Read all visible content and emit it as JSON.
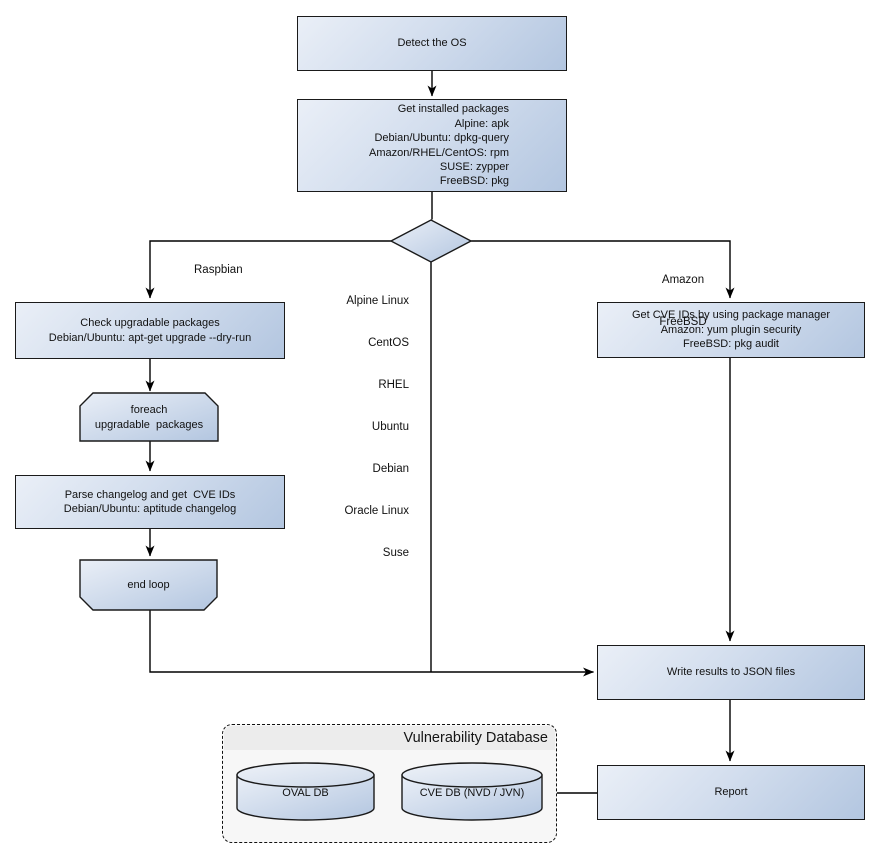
{
  "nodes": {
    "detect_os": {
      "label": "Detect the OS"
    },
    "get_packages": {
      "lines": [
        "Get installed packages",
        "Alpine: apk",
        "Debian/Ubuntu: dpkg-query",
        "Amazon/RHEL/CentOS: rpm",
        "SUSE: zypper",
        "FreeBSD: pkg"
      ]
    },
    "check_upgradable": {
      "lines": [
        "Check upgradable packages",
        "Debian/Ubuntu: apt-get upgrade --dry-run"
      ]
    },
    "foreach_loop": {
      "lines": [
        "foreach",
        "upgradable  packages"
      ]
    },
    "parse_changelog": {
      "lines": [
        "Parse changelog and get  CVE IDs",
        "Debian/Ubuntu: aptitude changelog"
      ]
    },
    "end_loop": {
      "label": "end loop"
    },
    "get_cve_ids": {
      "lines": [
        "Get CVE IDs by using package manager",
        "Amazon: yum plugin security",
        "FreeBSD: pkg audit"
      ]
    },
    "write_results": {
      "label": "Write results to JSON files"
    },
    "report": {
      "label": "Report"
    }
  },
  "edge_labels": {
    "raspbian": "Raspbian",
    "os_list": [
      "Alpine Linux",
      "CentOS",
      "RHEL",
      "Ubuntu",
      "Debian",
      "Oracle Linux",
      "Suse"
    ],
    "amazon_freebsd": [
      "Amazon",
      "FreeBSD"
    ]
  },
  "vulndb": {
    "title": "Vulnerability Database",
    "cylinders": [
      "OVAL DB",
      "CVE DB (NVD / JVN)"
    ]
  },
  "colors": {
    "node_fill_light": "#eaeff7",
    "node_fill_dark": "#b3c6e0",
    "cylinder_top_light": "#eef2f8",
    "cylinder_top_dark": "#cdd9ea",
    "node_border": "#1a1a1a",
    "connector": "#000000",
    "container_bg": "#f7f7f7",
    "container_header_bg": "#ececec",
    "text": "#111111"
  }
}
